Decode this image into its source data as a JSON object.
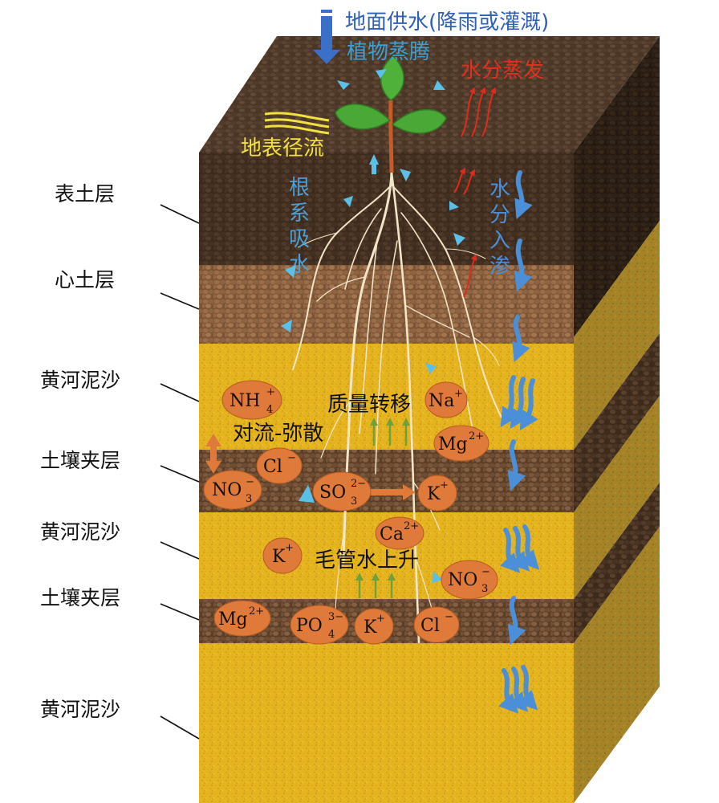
{
  "colors": {
    "topsoil": "#3b2a1f",
    "topsoil_side": "#2a1d14",
    "subsoil": "#8a6040",
    "interlayer": "#6b4a30",
    "sand": "#e8b820",
    "sand_side": "#a4822a",
    "ion_fill": "#e07a3a",
    "water_arrow": "#4a8fd8",
    "light_arrow": "#5bc0e8",
    "evap_arrow": "#e02a1a",
    "capillary_arrow": "#6fa03a",
    "runoff": "#f0e040"
  },
  "labels": {
    "surface_supply": "地面供水(降雨或灌溉)",
    "transpiration": "植物蒸腾",
    "evaporation": "水分蒸发",
    "surface_runoff": "地表径流",
    "root_uptake": [
      "根",
      "系",
      "吸",
      "水"
    ],
    "infiltration": [
      "水",
      "分",
      "入",
      "渗"
    ],
    "mass_transfer": "质量转移",
    "convection_diffusion": "对流-弥散",
    "capillary_rise": "毛管水上升"
  },
  "layers": [
    {
      "label": "表土层"
    },
    {
      "label": "心土层"
    },
    {
      "label": "黄河泥沙"
    },
    {
      "label": "土壤夹层"
    },
    {
      "label": "黄河泥沙"
    },
    {
      "label": "土壤夹层"
    },
    {
      "label": "黄河泥沙"
    }
  ],
  "ions": [
    {
      "base": "NH",
      "sup": "+",
      "sub": "4"
    },
    {
      "base": "Na",
      "sup": "+",
      "sub": ""
    },
    {
      "base": "Mg",
      "sup": "2+",
      "sub": ""
    },
    {
      "base": "Cl",
      "sup": "−",
      "sub": ""
    },
    {
      "base": "NO",
      "sup": "−",
      "sub": "3"
    },
    {
      "base": "SO",
      "sup": "2−",
      "sub": "3"
    },
    {
      "base": "K",
      "sup": "+",
      "sub": ""
    },
    {
      "base": "Ca",
      "sup": "2+",
      "sub": ""
    },
    {
      "base": "K",
      "sup": "+",
      "sub": ""
    },
    {
      "base": "NO",
      "sup": "−",
      "sub": "3"
    },
    {
      "base": "Mg",
      "sup": "2+",
      "sub": ""
    },
    {
      "base": "PO",
      "sup": "3−",
      "sub": "4"
    },
    {
      "base": "K",
      "sup": "+",
      "sub": ""
    },
    {
      "base": "Cl",
      "sup": "−",
      "sub": ""
    }
  ]
}
